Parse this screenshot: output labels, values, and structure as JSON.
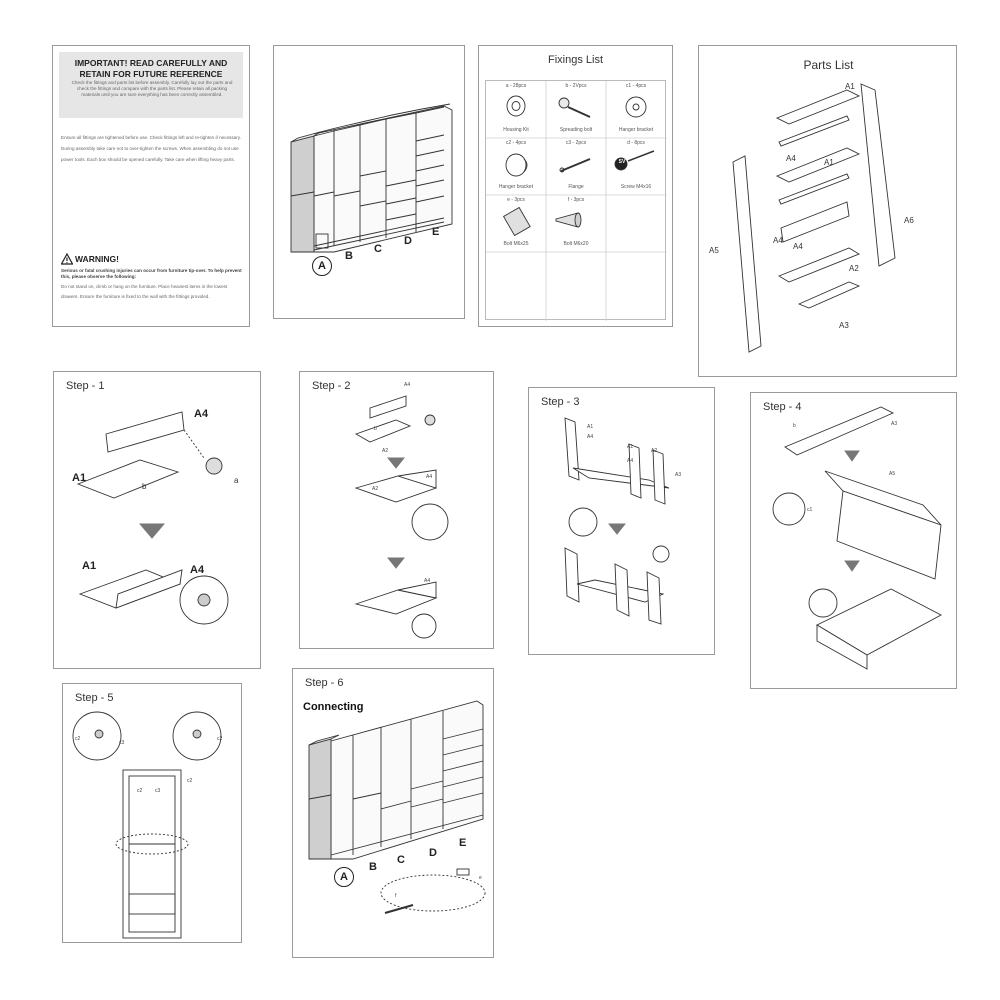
{
  "notice": {
    "title_line1": "IMPORTANT! READ CAREFULLY AND",
    "title_line2": "RETAIN FOR FUTURE REFERENCE",
    "intro": "Check the fittings and parts list before assembly. Carefully lay out the parts and check the fittings and compare with the parts list. Please retain all packing materials until you are sure everything has been correctly assembled.",
    "body": "Ensure all fittings are tightened before use. Check fittings left and re-tighten if necessary. During assembly take care not to over-tighten the screws. When assembling do not use power tools. Each box should be opened carefully. Take care when lifting heavy parts.",
    "warning_label": "WARNING!",
    "warning_intro": "Serious or fatal crushing injuries can occur from furniture tip-over. To help prevent this, please observe the following:",
    "warning_body": "Do not stand on, climb or hang on the furniture. Place heaviest items in the lowest drawers. Ensure the furniture is fixed to the wall with the fittings provided."
  },
  "overview": {
    "labels": [
      "A",
      "B",
      "C",
      "D",
      "E"
    ]
  },
  "fixings": {
    "title": "Fixings List",
    "items": [
      {
        "qty": "a - 28pcs",
        "name": "Housing Kit"
      },
      {
        "qty": "b - 2Vpcs",
        "name": "Spreading bolt"
      },
      {
        "qty": "c1 - 4pcs",
        "name": "Hanger bracket"
      },
      {
        "qty": "c2 - 4pcs",
        "name": "Hanger bracket"
      },
      {
        "qty": "c3 - 2pcs",
        "name": "Flange"
      },
      {
        "qty": "d - 8pcs",
        "name": "Screw M4x16",
        "badge": "SV"
      },
      {
        "qty": "e - 3pcs",
        "name": "Bolt M6x25"
      },
      {
        "qty": "f - 3pcs",
        "name": "Bolt M6x20"
      }
    ]
  },
  "parts": {
    "title": "Parts List",
    "labels": [
      "A1",
      "A4",
      "A1",
      "A4",
      "A4",
      "A5",
      "A6",
      "A2",
      "A3"
    ]
  },
  "step1": {
    "title": "Step - 1",
    "labels": [
      "A4",
      "A1",
      "b",
      "a",
      "A1",
      "A4"
    ]
  },
  "step2": {
    "title": "Step - 2",
    "labels": [
      "A4",
      "b",
      "A2",
      "A4",
      "A2",
      "A4"
    ]
  },
  "step3": {
    "title": "Step - 3",
    "labels": [
      "A1",
      "A4",
      "A1",
      "A4",
      "A2",
      "A3"
    ]
  },
  "step4": {
    "title": "Step - 4",
    "labels": [
      "b",
      "A3",
      "A5",
      "c1"
    ]
  },
  "step5": {
    "title": "Step - 5",
    "labels": [
      "c2",
      "c3",
      "c2",
      "c2",
      "c2",
      "c3"
    ]
  },
  "step6": {
    "title": "Step - 6",
    "subtitle": "Connecting",
    "labels": [
      "A",
      "B",
      "C",
      "D",
      "E"
    ],
    "fixings": [
      "f",
      "e"
    ]
  }
}
